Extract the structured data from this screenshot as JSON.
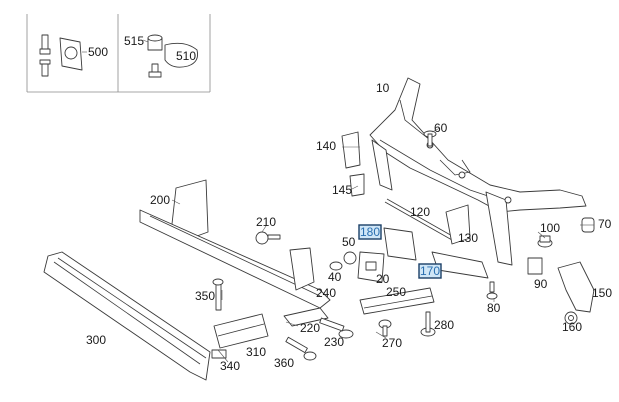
{
  "diagram": {
    "inset_labels": [
      "500",
      "515",
      "510"
    ],
    "part_labels": [
      "10",
      "60",
      "140",
      "145",
      "120",
      "200",
      "210",
      "50",
      "180",
      "20",
      "130",
      "100",
      "70",
      "170",
      "90",
      "150",
      "350",
      "40",
      "240",
      "250",
      "80",
      "160",
      "300",
      "220",
      "280",
      "310",
      "230",
      "270",
      "340",
      "360"
    ],
    "highlighted": [
      "180",
      "170"
    ]
  }
}
